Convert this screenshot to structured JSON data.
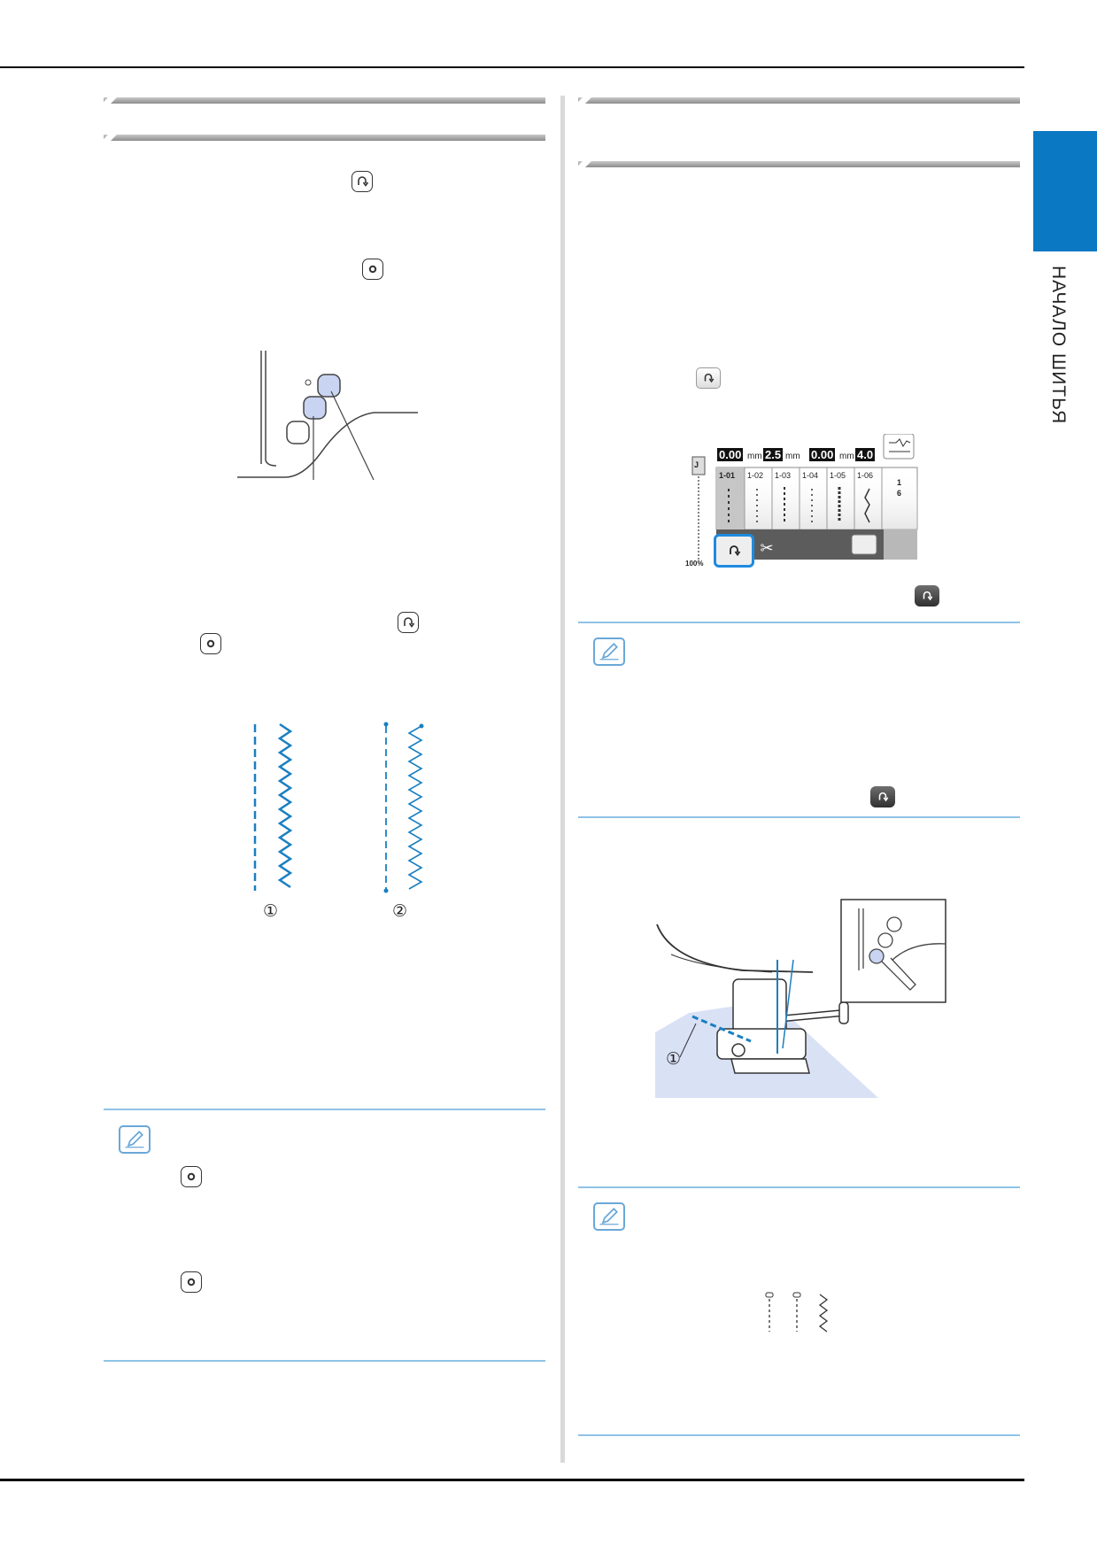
{
  "side_tab": {
    "label": "НАЧАЛО ШИТЬЯ",
    "color": "#0a78c2"
  },
  "accent_color": "#8fc3e6",
  "icons": {
    "reverse": "reverse-stitch-icon",
    "reinforce": "reinforcement-stitch-icon",
    "memo": "memo-pencil-icon",
    "reverse_dark": "reverse-stitch-dark-icon"
  },
  "figures": {
    "stitch_samples": {
      "label_1": "①",
      "label_2": "②"
    },
    "presser_foot": {
      "label_1": "①"
    }
  },
  "lcd": {
    "width_value": "0.00",
    "width_unit": "mm",
    "length_value": "2.5",
    "length_unit": "mm",
    "offset_value": "0.00",
    "offset_unit": "mm",
    "tension_value": "4.0",
    "speed": "100%",
    "foot_label": "J",
    "page_current": "1",
    "page_total": "6",
    "stitch_cells": [
      "1-01",
      "1-02",
      "1-03",
      "1-04",
      "1-05",
      "1-06"
    ]
  }
}
